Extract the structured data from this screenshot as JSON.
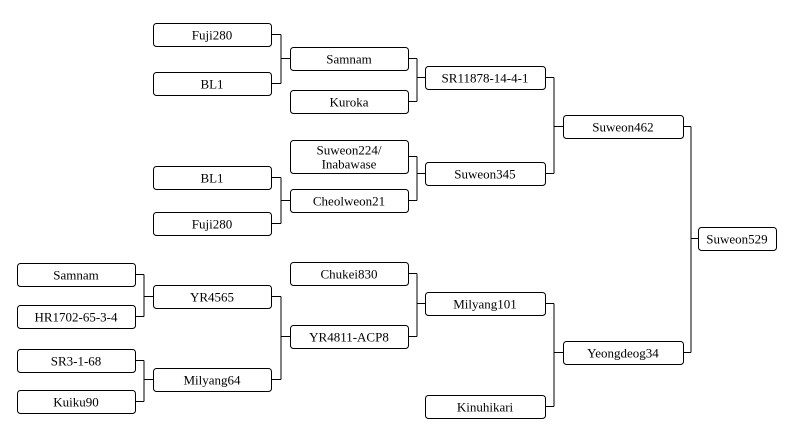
{
  "pedigree": {
    "nodes": {
      "fuji280_a": "Fuji280",
      "bl1_a": "BL1",
      "samnam_a": "Samnam",
      "kuroka": "Kuroka",
      "sr11878": "SR11878-14-4-1",
      "suweon224": [
        "Suweon224/",
        "Inabawase"
      ],
      "bl1_b": "BL1",
      "fuji280_b": "Fuji280",
      "cheolweon21": "Cheolweon21",
      "suweon345": "Suweon345",
      "suweon462": "Suweon462",
      "samnam_b": "Samnam",
      "hr1702": "HR1702-65-3-4",
      "yr4565": "YR4565",
      "sr3": "SR3-1-68",
      "kuiku90": "Kuiku90",
      "milyang64": "Milyang64",
      "chukei830": "Chukei830",
      "yr4811": "YR4811-ACP8",
      "milyang101": "Milyang101",
      "kinuhikari": "Kinuhikari",
      "yeongdeog34": "Yeongdeog34",
      "suweon529": "Suweon529"
    },
    "crosses": [
      {
        "parents": [
          "fuji280_a",
          "bl1_a"
        ],
        "child": "samnam_a"
      },
      {
        "parents": [
          "samnam_a",
          "kuroka"
        ],
        "child": "sr11878"
      },
      {
        "parents": [
          "bl1_b",
          "fuji280_b"
        ],
        "child": "cheolweon21"
      },
      {
        "parents": [
          "suweon224",
          "cheolweon21"
        ],
        "child": "suweon345"
      },
      {
        "parents": [
          "sr11878",
          "suweon345"
        ],
        "child": "suweon462"
      },
      {
        "parents": [
          "samnam_b",
          "hr1702"
        ],
        "child": "yr4565"
      },
      {
        "parents": [
          "sr3",
          "kuiku90"
        ],
        "child": "milyang64"
      },
      {
        "parents": [
          "yr4565",
          "milyang64"
        ],
        "child": "yr4811"
      },
      {
        "parents": [
          "chukei830",
          "yr4811"
        ],
        "child": "milyang101"
      },
      {
        "parents": [
          "milyang101",
          "kinuhikari"
        ],
        "child": "yeongdeog34"
      },
      {
        "parents": [
          "suweon462",
          "yeongdeog34"
        ],
        "child": "suweon529"
      }
    ]
  }
}
